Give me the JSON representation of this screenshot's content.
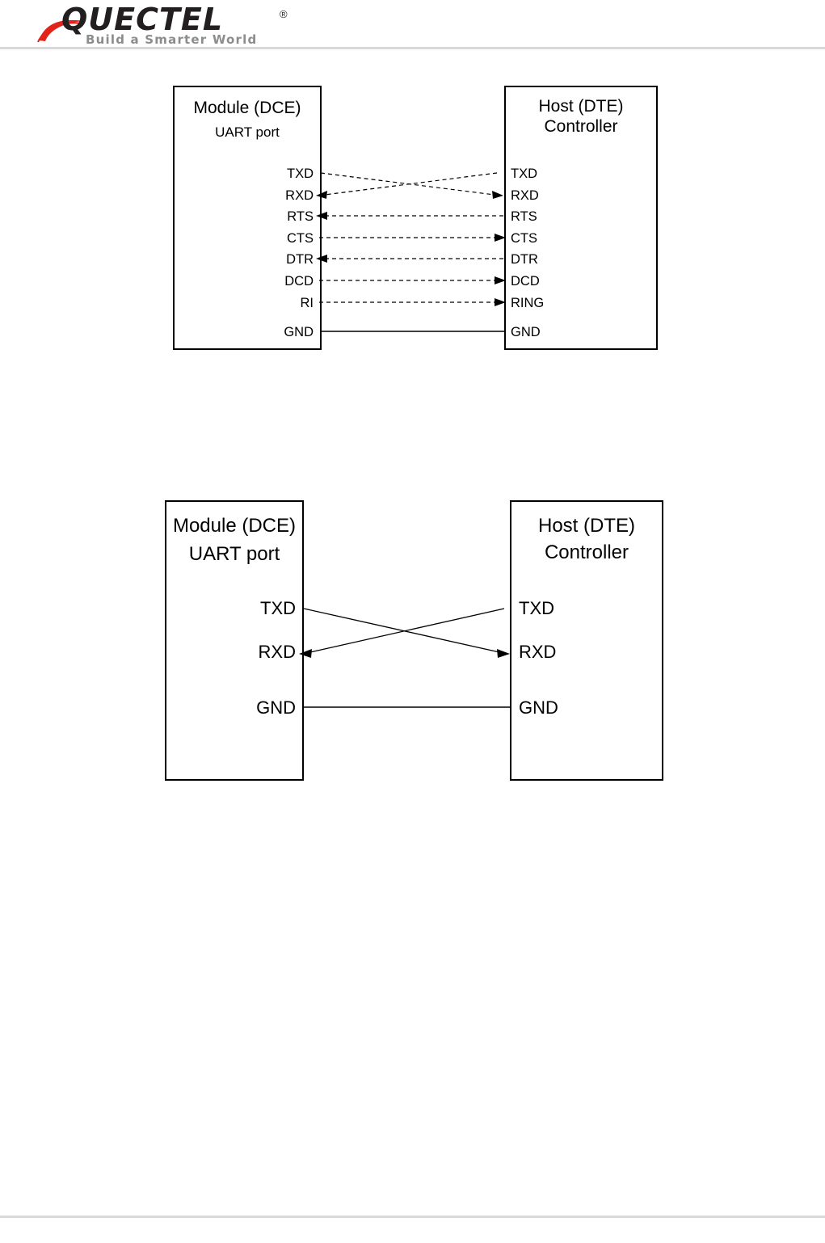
{
  "header": {
    "logo_wordmark": "QUECTEL",
    "logo_registered": "®",
    "logo_tagline": "Build a Smarter World"
  },
  "diagrams": [
    {
      "id": "uart-full-handshake",
      "left_box": {
        "title_line1": "Module  (DCE)",
        "title_line2": "UART port"
      },
      "right_box": {
        "title_line1": "Host (DTE)",
        "title_line2": "Controller"
      },
      "connections": [
        {
          "left": "TXD",
          "right": "TXD",
          "style": "dashed",
          "direction": "crossed-down",
          "arrow": "right"
        },
        {
          "left": "RXD",
          "right": "RXD",
          "style": "dashed",
          "direction": "crossed-up",
          "arrow": "left"
        },
        {
          "left": "RTS",
          "right": "RTS",
          "style": "dashed",
          "direction": "straight",
          "arrow": "left"
        },
        {
          "left": "CTS",
          "right": "CTS",
          "style": "dashed",
          "direction": "straight",
          "arrow": "right"
        },
        {
          "left": "DTR",
          "right": "DTR",
          "style": "dashed",
          "direction": "straight",
          "arrow": "left"
        },
        {
          "left": "DCD",
          "right": "DCD",
          "style": "dashed",
          "direction": "straight",
          "arrow": "right"
        },
        {
          "left": "RI",
          "right": "RING",
          "style": "dashed",
          "direction": "straight",
          "arrow": "right"
        },
        {
          "left": "GND",
          "right": "GND",
          "style": "solid",
          "direction": "straight",
          "arrow": "none"
        }
      ]
    },
    {
      "id": "uart-three-wire",
      "left_box": {
        "title_line1": "Module (DCE)",
        "title_line2": "UART port"
      },
      "right_box": {
        "title_line1": "Host (DTE)",
        "title_line2": "Controller"
      },
      "connections": [
        {
          "left": "TXD",
          "right": "TXD",
          "style": "solid-thin",
          "direction": "crossed-down",
          "arrow": "right"
        },
        {
          "left": "RXD",
          "right": "RXD",
          "style": "solid-thin",
          "direction": "crossed-up",
          "arrow": "left"
        },
        {
          "left": "GND",
          "right": "GND",
          "style": "solid",
          "direction": "straight",
          "arrow": "none"
        }
      ]
    }
  ],
  "colors": {
    "rule": "#d9d9d9",
    "ink": "#000000",
    "logo_dark": "#231f20",
    "logo_gray": "#8a8c8e",
    "logo_red": "#e2231a"
  }
}
